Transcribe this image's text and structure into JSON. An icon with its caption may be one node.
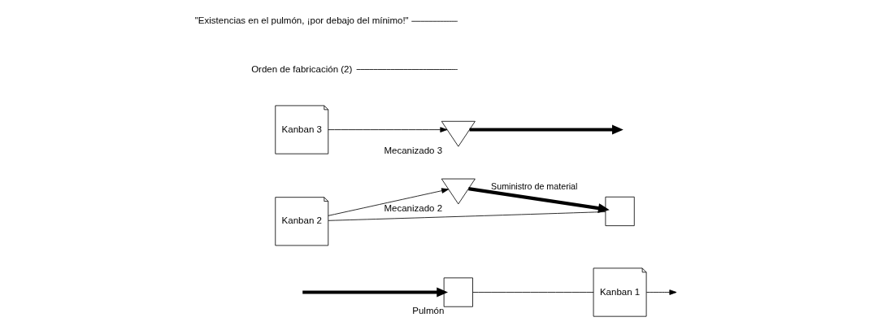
{
  "diagram": {
    "nodes": [
      {
        "text": [
          "Kanban 1"
        ]
      },
      {
        "text": [
          "Kanban 2"
        ]
      },
      {
        "text": [
          "Kanban 3"
        ]
      },
      {
        "text": [],
        "shape": "box",
        "beside": [
          "Pulmón"
        ]
      },
      {
        "text": [],
        "shape": "triangle",
        "beside": [
          "Mecanizado 2"
        ]
      },
      {
        "text": [],
        "shape": "box"
      },
      {
        "text": [],
        "shape": "triangle",
        "beside": [
          "Mecanizado 3"
        ]
      },
      {
        "text": [
          "Orden de fabricación (2)"
        ]
      },
      {
        "text": [
          "\"Existencias en el pulmón, ¡por debajo del mínimo!\""
        ]
      }
    ],
    "edges": [
      {
        "from": 0,
        "to": null,
        "arrow": "to"
      },
      {
        "from": 3,
        "to": 0,
        "arrow": "none"
      },
      {
        "from": 1,
        "to": 4,
        "arrow": "to"
      },
      {
        "from": 5,
        "to": 1,
        "arrow": "none"
      },
      {
        "from": 2,
        "to": 6,
        "arrow": "to"
      },
      {
        "from": null,
        "to": 3,
        "arrow": "to",
        "style": "thick"
      },
      {
        "from": 4,
        "to": 5,
        "arrow": "to",
        "style": "thick",
        "label": "Suministro de material"
      },
      {
        "from": 6,
        "to": null,
        "arrow": "to",
        "style": "thick"
      },
      {
        "from": 7,
        "to": null,
        "arrow": "none"
      },
      {
        "from": 8,
        "to": null,
        "arrow": "none"
      }
    ]
  }
}
